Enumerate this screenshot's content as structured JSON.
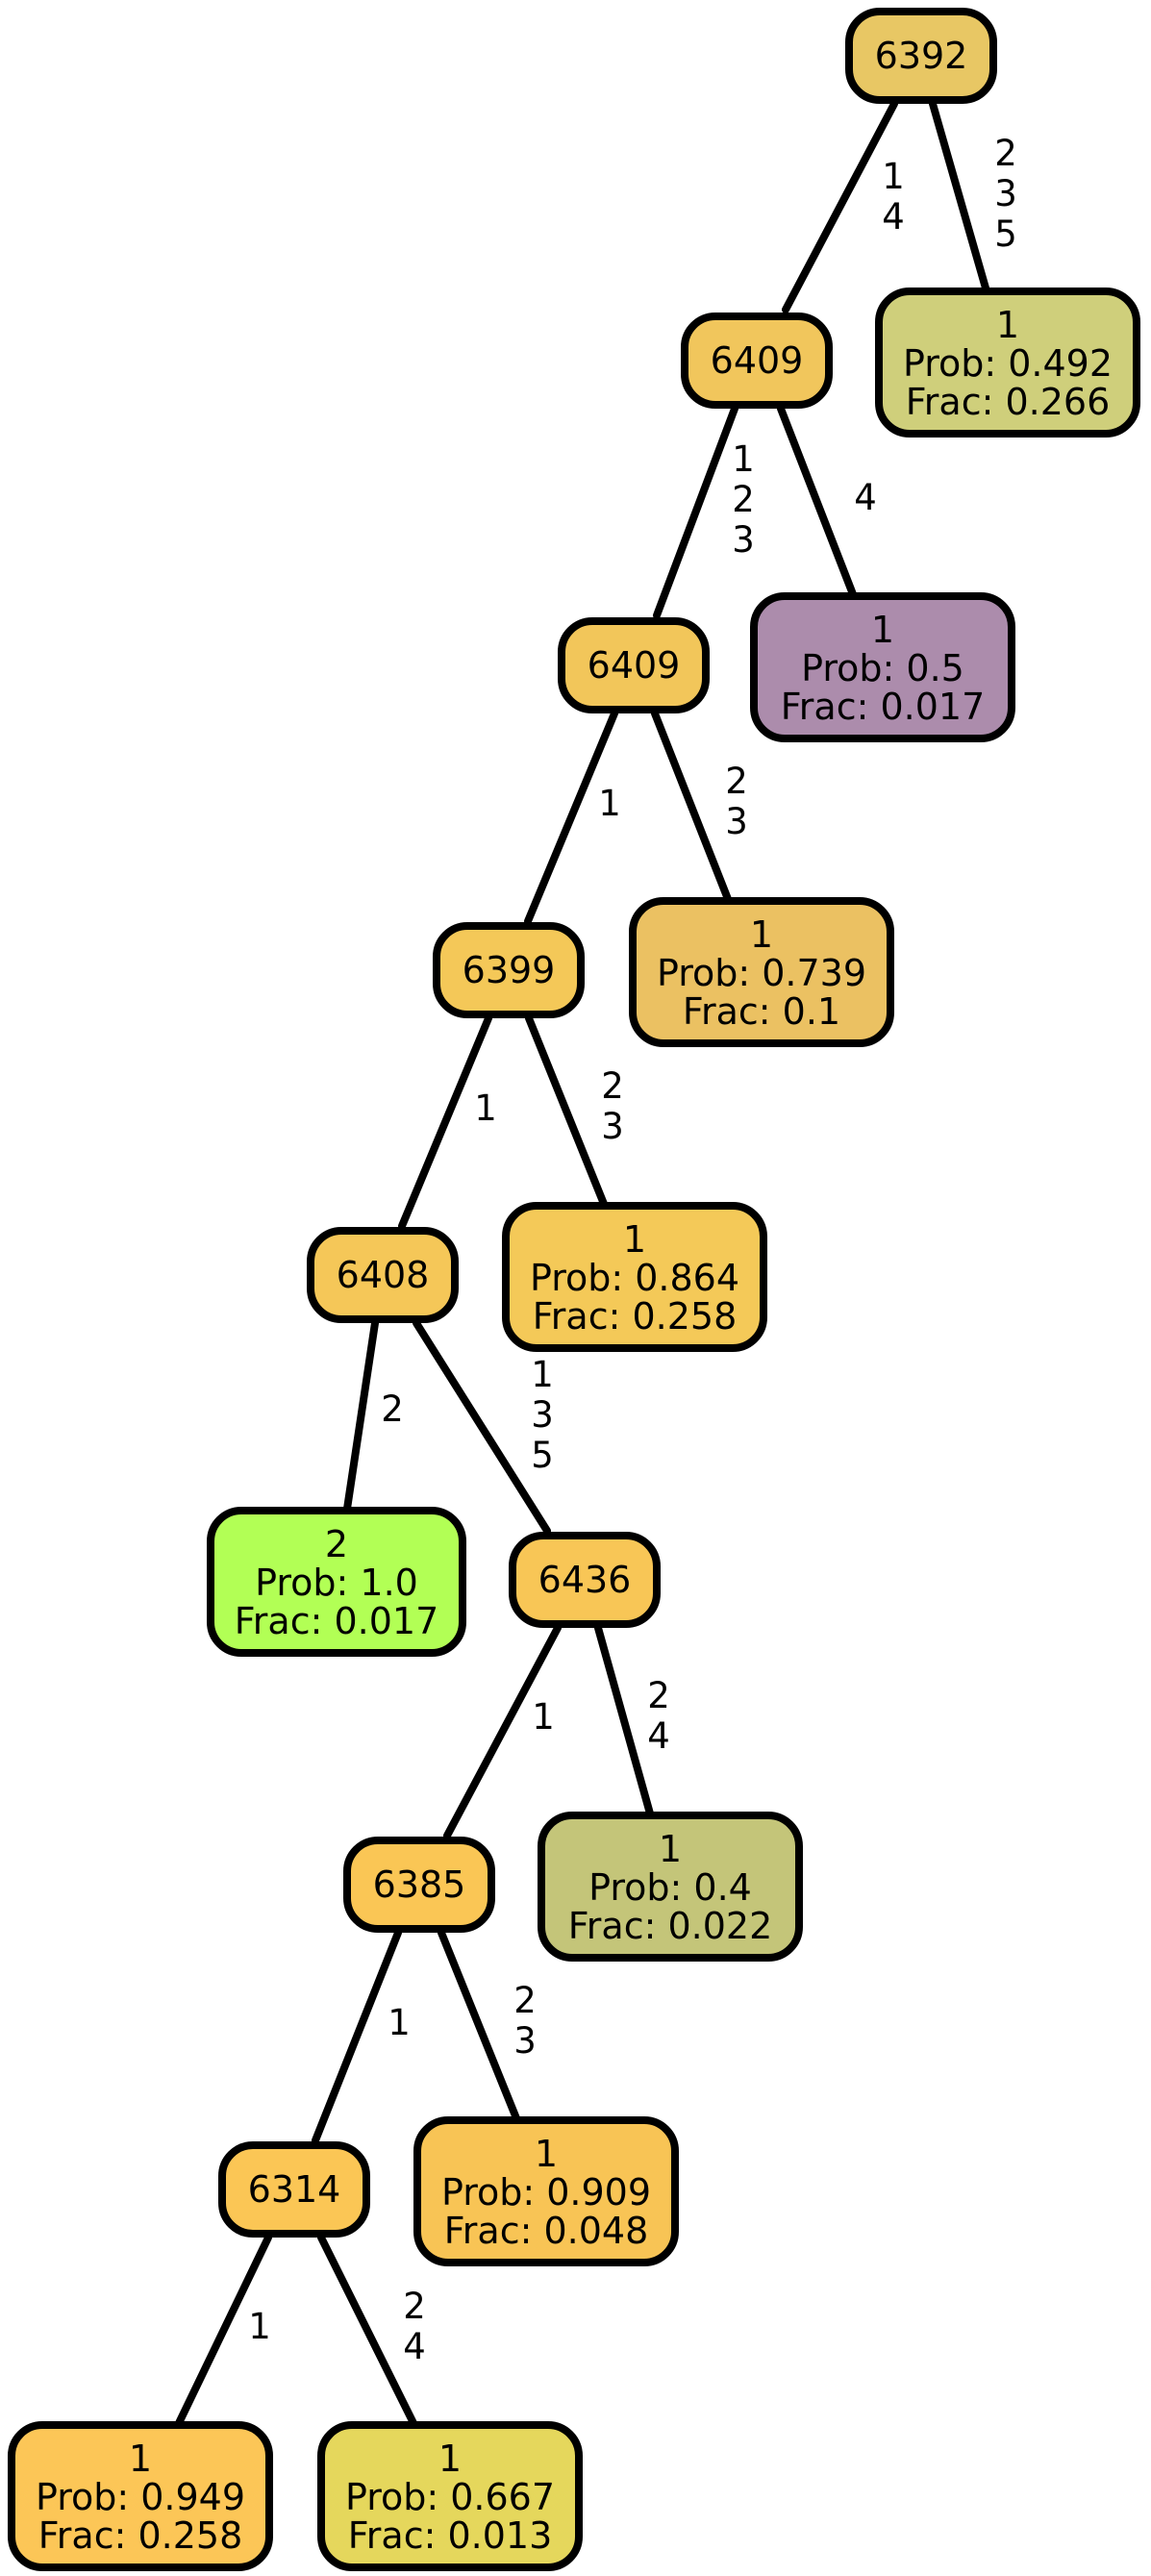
{
  "colors": {
    "node_6392": "#E8C764",
    "node_6409_a": "#F1C65C",
    "node_6409_b": "#F2C65A",
    "node_6399": "#F4C858",
    "node_6408": "#F5C758",
    "node_6436": "#F8C656",
    "node_6385": "#FAC655",
    "node_6314": "#FBC655",
    "leaf_0492": "#CFCF7B",
    "leaf_05": "#AC8CAC",
    "leaf_0739": "#EBC162",
    "leaf_0864": "#F4C958",
    "leaf_10": "#B2FF55",
    "leaf_04": "#C4C579",
    "leaf_0909": "#F8C455",
    "leaf_0949": "#FCC657",
    "leaf_0667": "#E5D75C"
  },
  "nodes": {
    "n6392": "6392",
    "n6409a": "6409",
    "n6409b": "6409",
    "n6399": "6399",
    "n6408": "6408",
    "n6436": "6436",
    "n6385": "6385",
    "n6314": "6314"
  },
  "leaves": {
    "l_0492": [
      "1",
      "Prob: 0.492",
      "Frac: 0.266"
    ],
    "l_05": [
      "1",
      "Prob: 0.5",
      "Frac: 0.017"
    ],
    "l_0739": [
      "1",
      "Prob: 0.739",
      "Frac: 0.1"
    ],
    "l_0864": [
      "1",
      "Prob: 0.864",
      "Frac: 0.258"
    ],
    "l_10": [
      "2",
      "Prob: 1.0",
      "Frac: 0.017"
    ],
    "l_04": [
      "1",
      "Prob: 0.4",
      "Frac: 0.022"
    ],
    "l_0909": [
      "1",
      "Prob: 0.909",
      "Frac: 0.048"
    ],
    "l_0949": [
      "1",
      "Prob: 0.949",
      "Frac: 0.258"
    ],
    "l_0667": [
      "1",
      "Prob: 0.667",
      "Frac: 0.013"
    ]
  },
  "edges": {
    "e_6392_6409a": [
      "1",
      "4"
    ],
    "e_6392_leaf0492": [
      "2",
      "3",
      "5"
    ],
    "e_6409a_6409b": [
      "1",
      "2",
      "3"
    ],
    "e_6409a_leaf05": [
      "4"
    ],
    "e_6409b_6399": [
      "1"
    ],
    "e_6409b_leaf0739": [
      "2",
      "3"
    ],
    "e_6399_6408": [
      "1"
    ],
    "e_6399_leaf0864": [
      "2",
      "3"
    ],
    "e_6408_leaf10": [
      "2"
    ],
    "e_6408_6436": [
      "1",
      "3",
      "5"
    ],
    "e_6436_6385": [
      "1"
    ],
    "e_6436_leaf04": [
      "2",
      "4"
    ],
    "e_6385_6314": [
      "1"
    ],
    "e_6385_leaf0909": [
      "2",
      "3"
    ],
    "e_6314_leaf0949": [
      "1"
    ],
    "e_6314_leaf0667": [
      "2",
      "4"
    ]
  }
}
